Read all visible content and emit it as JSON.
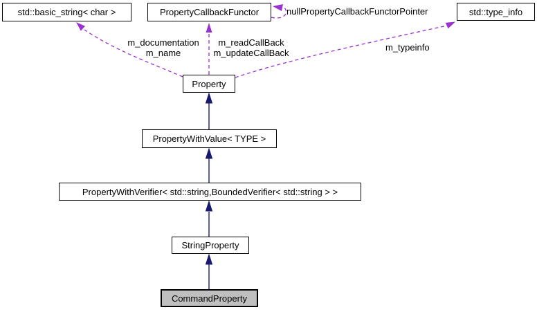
{
  "diagram": {
    "kind": "class-collaboration-graph",
    "focus_class": "CommandProperty",
    "colors": {
      "inheritance": "#191970",
      "usage": "#9a32cd",
      "node_border": "#000000",
      "node_fill": "#ffffff",
      "highlight_fill": "#bfbfbf",
      "text": "#000000"
    },
    "nodes": {
      "basic_string": {
        "label": "std::basic_string< char >"
      },
      "callback_functor": {
        "label": "PropertyCallbackFunctor"
      },
      "type_info": {
        "label": "std::type_info"
      },
      "property": {
        "label": "Property"
      },
      "property_with_value": {
        "label": "PropertyWithValue< TYPE >"
      },
      "property_with_verifier": {
        "label": "PropertyWithVerifier< std::string,BoundedVerifier< std::string > >"
      },
      "string_property": {
        "label": "StringProperty"
      },
      "command_property": {
        "label": "CommandProperty"
      }
    },
    "edge_labels": {
      "documentation": "m_documentation",
      "name": "m_name",
      "read_callback": "m_readCallBack",
      "update_callback": "m_updateCallBack",
      "null_pointer": "nullPropertyCallbackFunctorPointer",
      "typeinfo": "m_typeinfo"
    },
    "edges": [
      {
        "from": "PropertyWithValue< TYPE >",
        "to": "Property",
        "type": "inheritance"
      },
      {
        "from": "PropertyWithVerifier< std::string,BoundedVerifier< std::string > >",
        "to": "PropertyWithValue< TYPE >",
        "type": "inheritance"
      },
      {
        "from": "StringProperty",
        "to": "PropertyWithVerifier< std::string,BoundedVerifier< std::string > >",
        "type": "inheritance"
      },
      {
        "from": "CommandProperty",
        "to": "StringProperty",
        "type": "inheritance"
      },
      {
        "from": "Property",
        "to": "std::basic_string< char >",
        "type": "usage",
        "labels": [
          "m_documentation",
          "m_name"
        ]
      },
      {
        "from": "Property",
        "to": "PropertyCallbackFunctor",
        "type": "usage",
        "labels": [
          "m_readCallBack",
          "m_updateCallBack"
        ]
      },
      {
        "from": "PropertyCallbackFunctor",
        "to": "PropertyCallbackFunctor",
        "type": "usage",
        "labels": [
          "nullPropertyCallbackFunctorPointer"
        ]
      },
      {
        "from": "Property",
        "to": "std::type_info",
        "type": "usage",
        "labels": [
          "m_typeinfo"
        ]
      }
    ]
  }
}
